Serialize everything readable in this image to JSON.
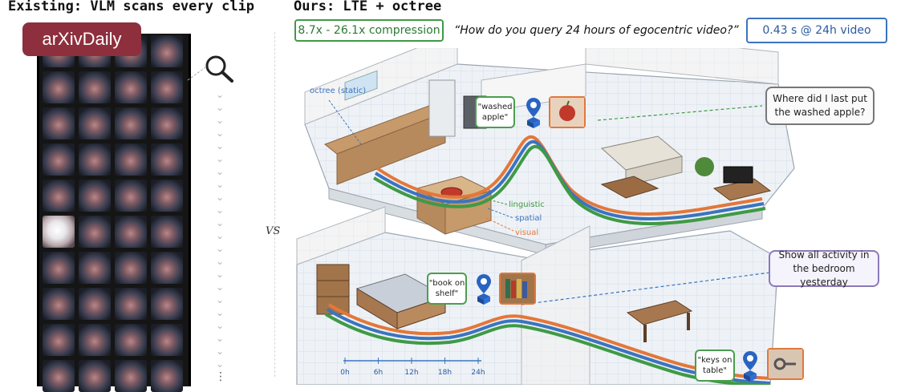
{
  "header": {
    "left_title": "Existing: VLM scans every clip",
    "right_title": "Ours: LTE + octree"
  },
  "badge": "arXivDaily",
  "compression_label": "8.7x - 26.1x compression",
  "query_quote": "“How do you query 24 hours of egocentric video?”",
  "latency_label": "0.43 s @ 24h video",
  "vs_label": "VS",
  "ellipsis": "⋮",
  "octree_label": "octree (static)",
  "legend": {
    "linguistic": "linguistic",
    "spatial": "spatial",
    "visual": "visual"
  },
  "colors": {
    "linguistic": "#3f9a45",
    "spatial": "#3b74bf",
    "visual": "#e3773a",
    "badge": "#8e2f3d"
  },
  "callouts": {
    "apple_question": "Where did I last put the washed apple?",
    "bedroom_question": "Show all activity in the bedroom yesterday"
  },
  "memories": {
    "apple": "\"washed apple\"",
    "book": "\"book on shelf\"",
    "keys": "\"keys on table\""
  },
  "timeline": [
    "0h",
    "6h",
    "12h",
    "18h",
    "24h"
  ],
  "icons": {
    "magnifier": "magnifier-icon",
    "location_pin": "location-pin-icon"
  }
}
